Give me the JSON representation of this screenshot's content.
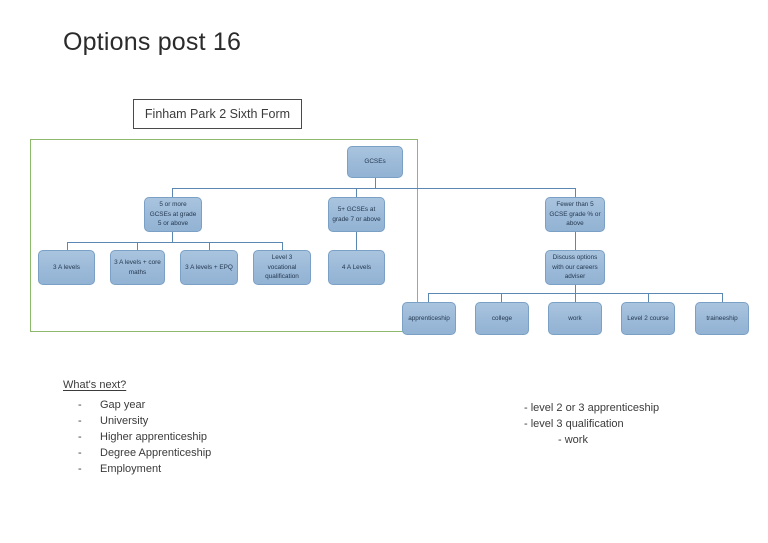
{
  "page": {
    "title": "Options post 16"
  },
  "header_box": {
    "label": "Finham Park 2 Sixth Form"
  },
  "flow": {
    "root": {
      "label": "GCSEs"
    },
    "tier2": [
      {
        "label": "5 or more GCSEs at grade 5 or above"
      },
      {
        "label": "5+ GCSEs at grade 7 or above"
      },
      {
        "label": "Fewer than 5 GCSE grade % or above"
      }
    ],
    "tier3_left": [
      {
        "label": "3 A levels"
      },
      {
        "label": "3 A levels + core maths"
      },
      {
        "label": "3 A levels + EPQ"
      },
      {
        "label": "Level 3 vocational qualification"
      }
    ],
    "tier3_middle": [
      {
        "label": "4 A Levels"
      }
    ],
    "tier3_right": [
      {
        "label": "Discuss options with our careers adviser"
      }
    ],
    "tier4": [
      {
        "label": "apprenticeship"
      },
      {
        "label": "college"
      },
      {
        "label": "work"
      },
      {
        "label": "Level 2 course"
      },
      {
        "label": "traineeship"
      }
    ]
  },
  "whats_next": {
    "heading": "What's next?",
    "bullet_marker": "-",
    "items": [
      "Gap year",
      "University",
      "Higher apprenticeship",
      "Degree Apprenticeship",
      "Employment"
    ]
  },
  "right_notes": {
    "lines": [
      "- level 2 or 3 apprenticeship",
      "- level 3 qualification",
      "- work"
    ]
  },
  "colors": {
    "node_fill": "#9cbbdb",
    "node_border": "#7ba0c6",
    "connector": "#5d87b3",
    "green_frame": "#8cba6a",
    "text": "#3b3b3b"
  }
}
